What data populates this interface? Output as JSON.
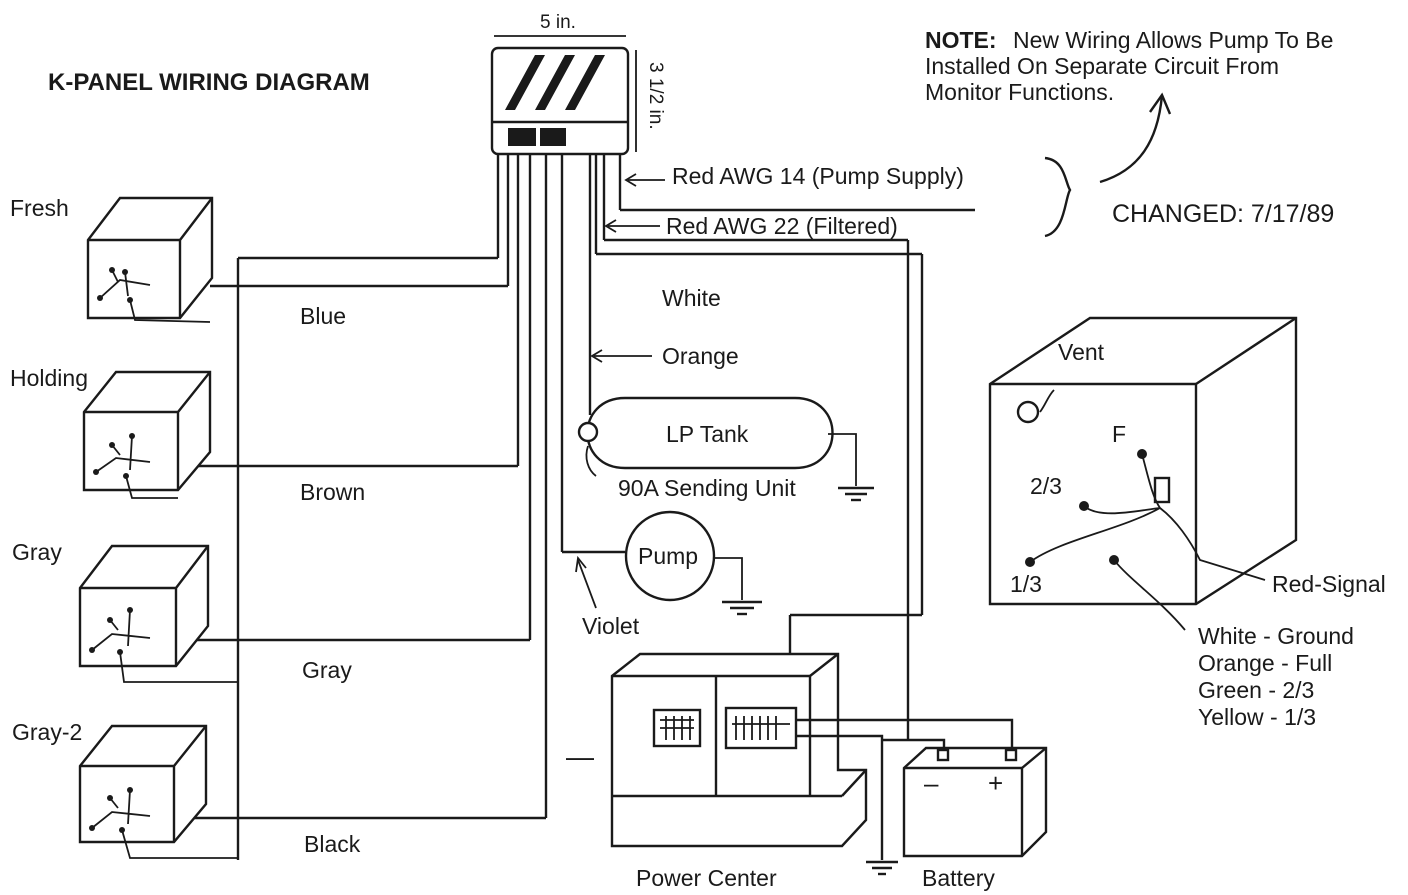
{
  "title": "K-PANEL WIRING DIAGRAM",
  "note": {
    "prefix": "NOTE:",
    "line1": "New Wiring Allows Pump To Be",
    "line2": "Installed On Separate Circuit From",
    "line3": "Monitor Functions."
  },
  "changed": "CHANGED:  7/17/89",
  "panel": {
    "width": "5 in.",
    "height": "3 1/2 in."
  },
  "supply_labels": {
    "pump_supply": "Red AWG 14 (Pump Supply)",
    "filtered": "Red AWG 22 (Filtered)"
  },
  "tanks": {
    "fresh": "Fresh",
    "holding": "Holding",
    "gray": "Gray",
    "gray2": "Gray-2"
  },
  "wire_colors": {
    "blue": "Blue",
    "brown": "Brown",
    "gray": "Gray",
    "black": "Black",
    "white": "White",
    "orange": "Orange",
    "violet": "Violet"
  },
  "lp": {
    "tank": "LP Tank",
    "sender": "90A Sending Unit"
  },
  "pump": "Pump",
  "power_center": "Power Center",
  "battery": {
    "label": "Battery",
    "neg": "–",
    "pos": "+"
  },
  "sensor": {
    "vent": "Vent",
    "f": "F",
    "two_thirds": "2/3",
    "one_third": "1/3",
    "red_signal": "Red-Signal"
  },
  "legend": [
    "White - Ground",
    "Orange - Full",
    "Green - 2/3",
    "Yellow - 1/3"
  ],
  "dash": "—"
}
